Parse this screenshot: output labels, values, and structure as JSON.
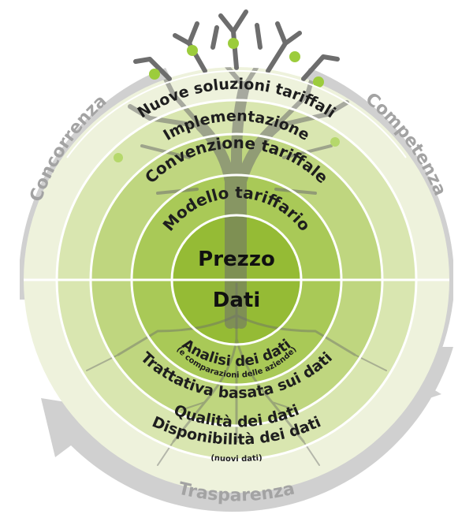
{
  "colors": {
    "ring_outer": "#eef2dc",
    "ring_2": "#d9e6b0",
    "ring_3": "#bfd67f",
    "ring_4": "#a9c957",
    "core": "#95bb35",
    "separator": "#ffffff",
    "cycle_arrow": "#d0d0d0",
    "cycle_text": "#a3a3a3",
    "label_text": "#1e1e1e",
    "tree": "#6d6d6d",
    "apple": "#9ccc3c"
  },
  "cycle": {
    "left": "Concorrenza",
    "right": "Competenza",
    "bottom": "Trasparenza"
  },
  "upper_rings": [
    "Nuove soluzioni tariffali",
    "Implementazione",
    "Convenzione tariffale",
    "Modello tariffario"
  ],
  "core": {
    "top": "Prezzo",
    "bottom": "Dati"
  },
  "lower_rings": {
    "inner": {
      "label": "Analisi dei dati",
      "note": "(e comparazioni delle aziende)"
    },
    "middle": {
      "label": "Trattativa basata sui dati"
    },
    "outer_upper": {
      "label": "Qualità dei dati"
    },
    "outer": {
      "label": "Disponibilità dei dati",
      "note": "(nuovi dati)"
    }
  },
  "icons": {
    "tree": "tree-icon",
    "roots": "roots-icon",
    "cycle_arrows": "cycle-arrow-icon"
  }
}
